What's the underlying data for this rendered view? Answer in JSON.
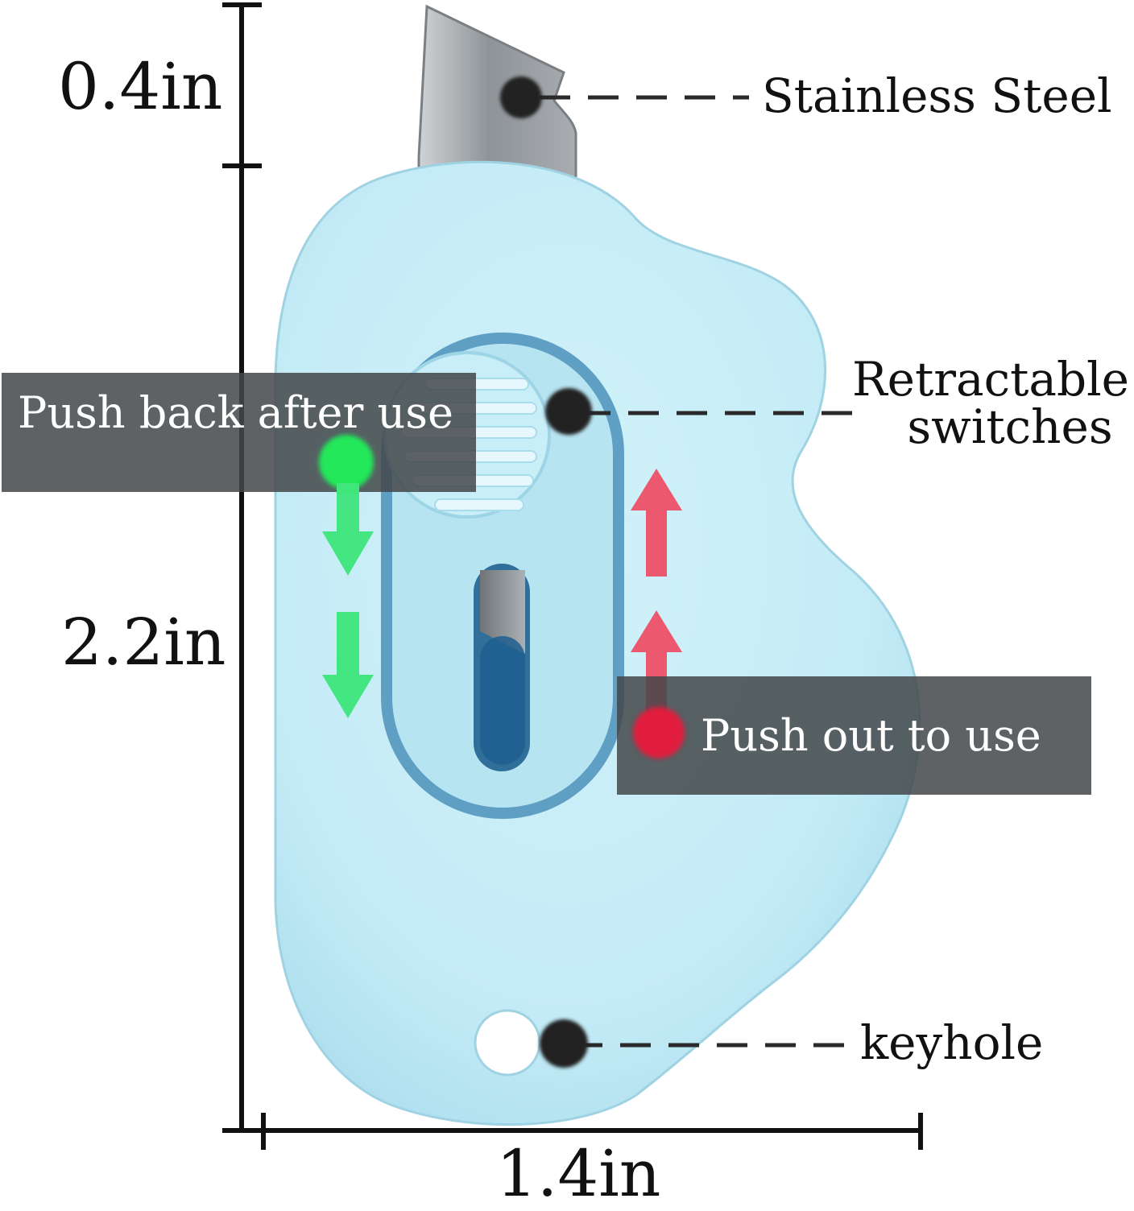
{
  "dimensions": {
    "blade_height": "0.4in",
    "body_height": "2.2in",
    "body_width": "1.4in"
  },
  "callouts": {
    "blade": "Stainless Steel",
    "switch_line1": "Retractable",
    "switch_line2": "switches",
    "keyhole": "keyhole"
  },
  "instructions": {
    "retract": "Push back after use",
    "extend": "Push out to use"
  },
  "colors": {
    "body": "#c6ecf6",
    "slot": "#5f9fc4",
    "retract_arrow": "#3fe27a",
    "extend_arrow": "#ee4c64",
    "marker_dot": "#222222"
  }
}
